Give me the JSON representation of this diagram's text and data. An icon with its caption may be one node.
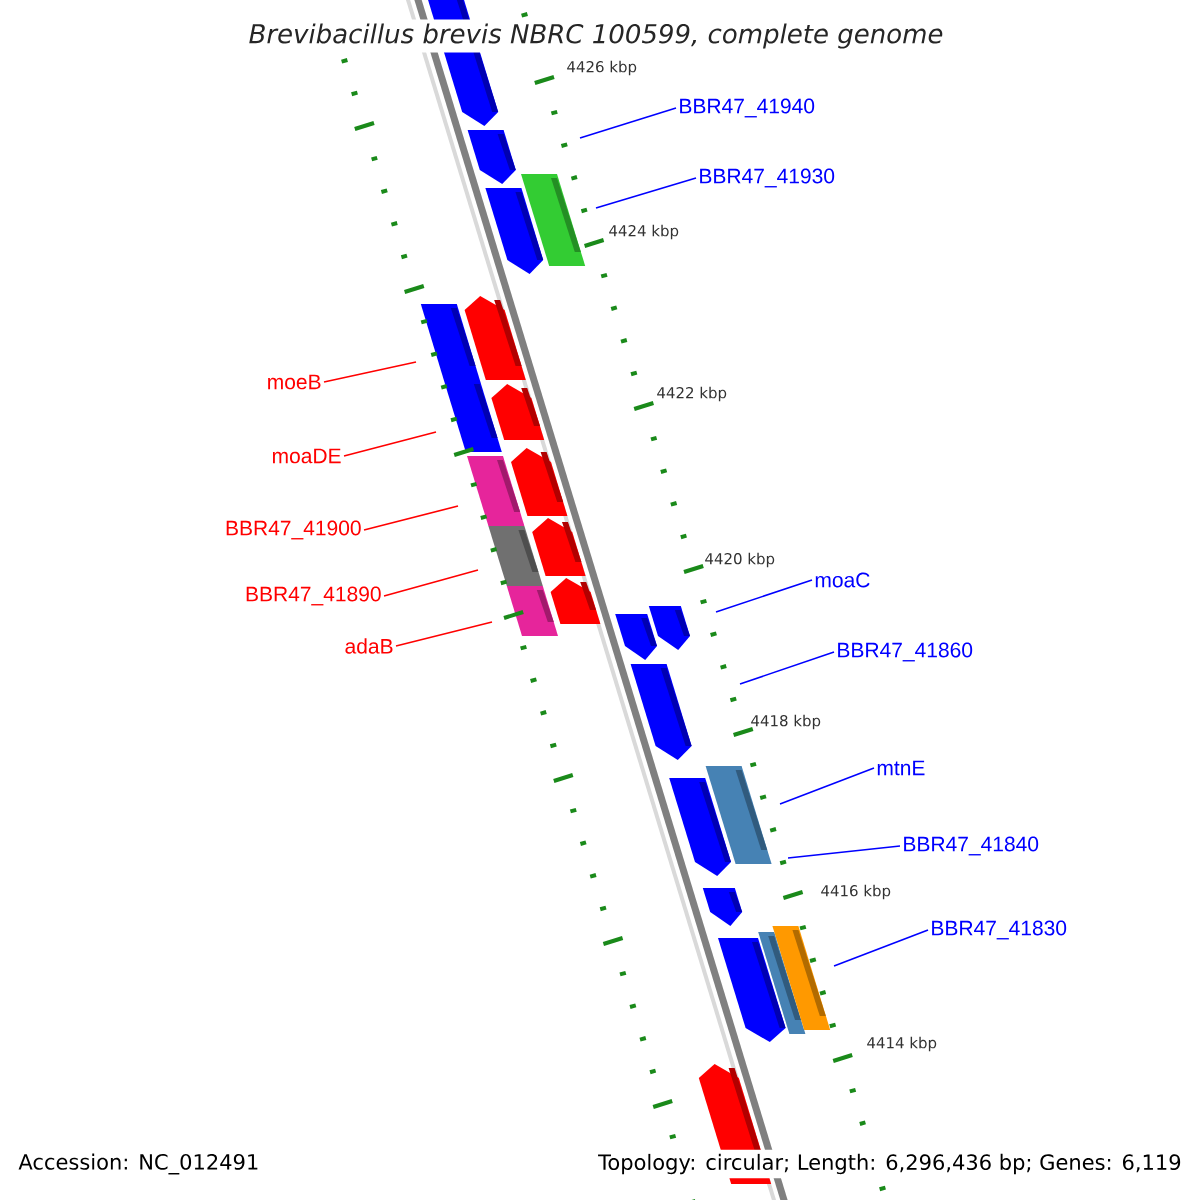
{
  "diagram": {
    "title": "Brevibacillus brevis NBRC 100599, complete genome",
    "nodes": [
      {
        "text": [
          "BBR47_41940"
        ]
      },
      {
        "text": [
          "BBR47_41930"
        ]
      },
      {
        "text": [
          "moeB"
        ]
      },
      {
        "text": [
          "moaDE"
        ]
      },
      {
        "text": [
          "BBR47_41900"
        ]
      },
      {
        "text": [
          "moaC"
        ]
      },
      {
        "text": [
          "BBR47_41890"
        ]
      },
      {
        "text": [
          "adaB"
        ]
      },
      {
        "text": [
          "BBR47_41860"
        ]
      },
      {
        "text": [
          "mtnE"
        ]
      },
      {
        "text": [
          "BBR47_41840"
        ]
      },
      {
        "text": [
          "BBR47_41830"
        ]
      }
    ],
    "edges": [
      {
        "from": 0,
        "to": null,
        "arrow": "none"
      },
      {
        "from": 1,
        "to": null,
        "arrow": "none"
      },
      {
        "from": 2,
        "to": null,
        "arrow": "none",
        "color": "#ff0000"
      },
      {
        "from": 3,
        "to": null,
        "arrow": "none",
        "color": "#ff0000"
      },
      {
        "from": 4,
        "to": null,
        "arrow": "none",
        "color": "#ff0000"
      },
      {
        "from": 5,
        "to": null,
        "arrow": "none"
      },
      {
        "from": 6,
        "to": null,
        "arrow": "none",
        "color": "#ff0000"
      },
      {
        "from": 7,
        "to": null,
        "arrow": "none",
        "color": "#ff0000"
      },
      {
        "from": 8,
        "to": null,
        "arrow": "none"
      },
      {
        "from": 9,
        "to": null,
        "arrow": "none"
      },
      {
        "from": 10,
        "to": null,
        "arrow": "none"
      },
      {
        "from": 11,
        "to": null,
        "arrow": "none"
      }
    ],
    "labels": [
      "4426 kbp",
      "4424 kbp",
      "4422 kbp",
      "4420 kbp",
      "4418 kbp",
      "4416 kbp",
      "4414 kbp",
      "Accession: NC_012491",
      "Topology: circular; Length: 6,296,436 bp; Genes: 6,119"
    ]
  }
}
